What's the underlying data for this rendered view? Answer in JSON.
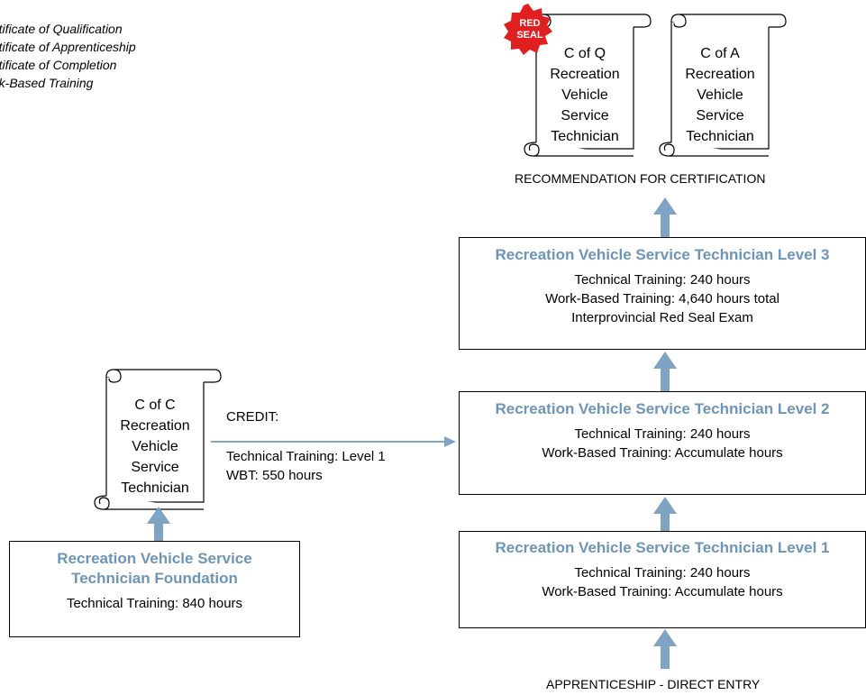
{
  "legend": [
    "rtificate of Qualification",
    "rtificate of Apprenticeship",
    "rtificate of Completion",
    "rk-Based Training"
  ],
  "certificates": {
    "cofq": {
      "lines": [
        "C of Q",
        "Recreation",
        "Vehicle",
        "Service",
        "Technician"
      ]
    },
    "cofa": {
      "lines": [
        "C of A",
        "Recreation",
        "Vehicle",
        "Service",
        "Technician"
      ]
    },
    "cofc": {
      "lines": [
        "C of C",
        "Recreation",
        "Vehicle",
        "Service",
        "Technician"
      ]
    }
  },
  "seal": {
    "line1": "RED",
    "line2": "SEAL",
    "color": "#e02020"
  },
  "recommendation": "RECOMMENDATION FOR CERTIFICATION",
  "levels": {
    "level3": {
      "title": "Recreation Vehicle Service Technician Level 3",
      "lines": [
        "Technical Training:  240 hours",
        "Work-Based Training:  4,640 hours total",
        "Interprovincial Red Seal Exam"
      ]
    },
    "level2": {
      "title": "Recreation Vehicle Service Technician Level 2",
      "lines": [
        "Technical Training:  240 hours",
        "Work-Based Training: Accumulate hours"
      ]
    },
    "level1": {
      "title": "Recreation Vehicle Service Technician Level 1",
      "lines": [
        "Technical Training:  240 hours",
        "Work-Based Training: Accumulate hours"
      ]
    }
  },
  "foundation": {
    "title1": "Recreation Vehicle Service",
    "title2": "Technician Foundation",
    "line": "Technical Training:  840 hours"
  },
  "credit": {
    "heading": "CREDIT:",
    "line1": "Technical Training: Level 1",
    "line2": "WBT:  550 hours"
  },
  "entry": "APPRENTICESHIP - DIRECT ENTRY",
  "colors": {
    "accent": "#6c95b8",
    "arrow": "#7ea3c3"
  }
}
